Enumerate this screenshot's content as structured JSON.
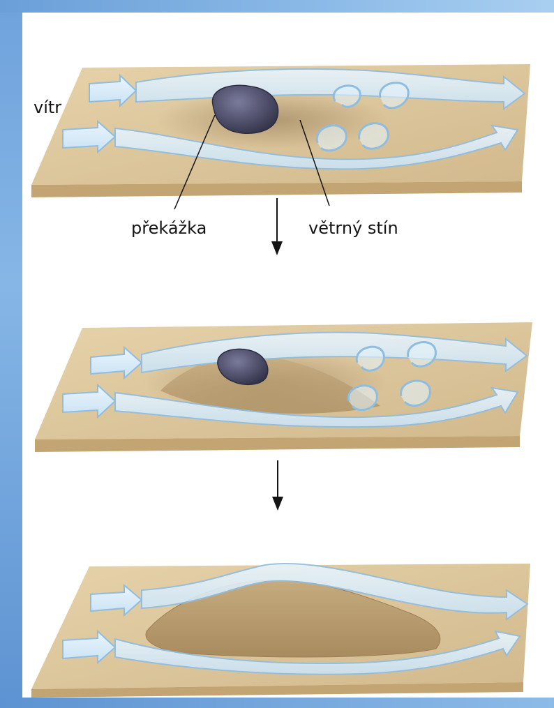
{
  "labels": {
    "wind": "vítr",
    "obstacle": "překážka",
    "wind_shadow": "větrný stín"
  },
  "colors": {
    "sand_top": "#dcc49a",
    "sand_side": "#c6a877",
    "sand_edge": "#a98a5c",
    "wind_fill": "#d9ecf8",
    "wind_stroke": "#8fbde0",
    "rock": "#4a4a66",
    "shadow": "#8c7350",
    "frame": "#6fa2dc",
    "text": "#141414"
  },
  "panels": [
    {
      "stage": 1,
      "obstacle": "rock",
      "deposit": "none",
      "eddies": 4
    },
    {
      "stage": 2,
      "obstacle": "rock",
      "deposit": "small dune",
      "eddies": 4
    },
    {
      "stage": 3,
      "obstacle": "buried",
      "deposit": "dune",
      "eddies": 0
    }
  ],
  "arrows": [
    "stage-1-to-2",
    "stage-2-to-3"
  ]
}
